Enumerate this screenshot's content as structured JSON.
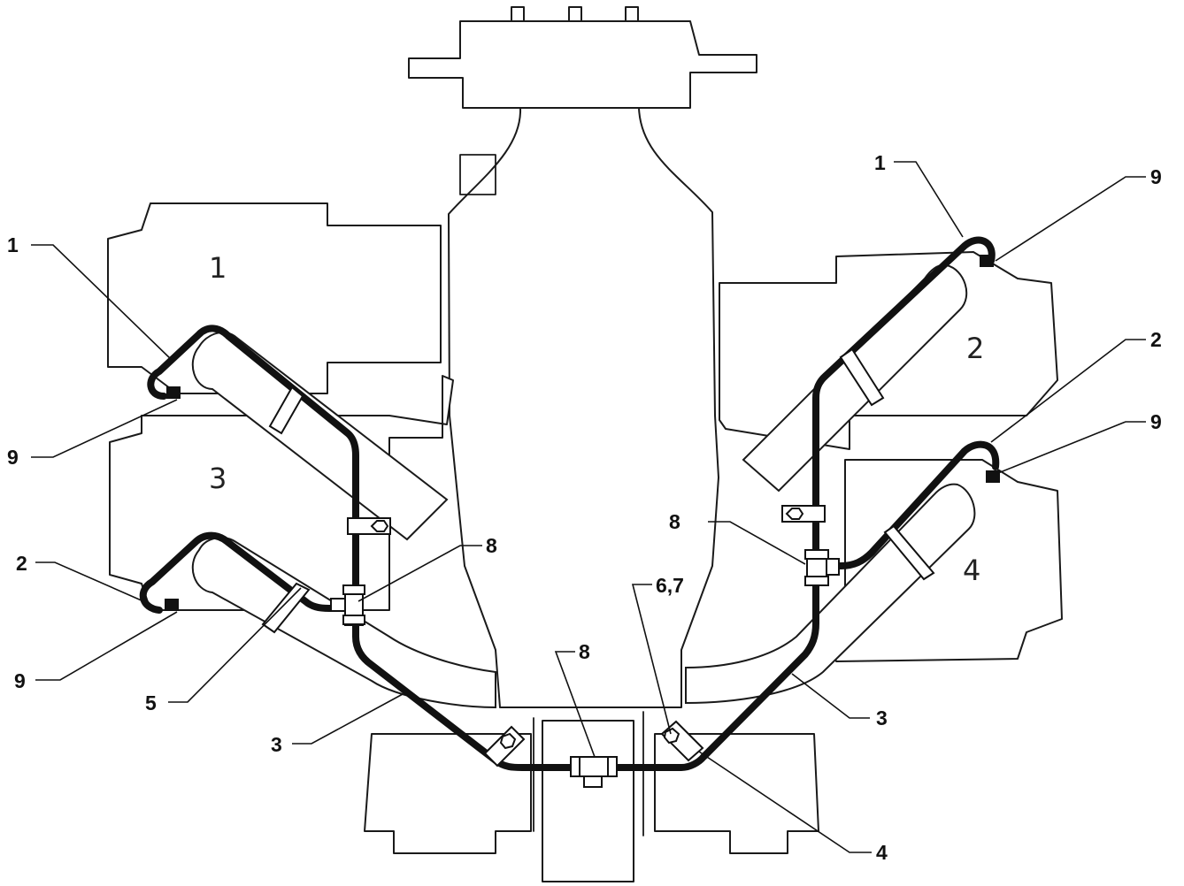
{
  "cylinder_labels": {
    "cyl_1": "1",
    "cyl_2": "2",
    "cyl_3": "3",
    "cyl_4": "4"
  },
  "callouts": {
    "c1_left": "1",
    "c9_left_top": "9",
    "c2_left": "2",
    "c9_left_bottom": "9",
    "c5": "5",
    "c3_left": "3",
    "c8_left": "8",
    "c8_center": "8",
    "c67": "6,7",
    "c8_right": "8",
    "c1_right": "1",
    "c9_right_top": "9",
    "c2_right": "2",
    "c9_right_bottom": "9",
    "c3_right": "3",
    "c4": "4"
  },
  "colors": {
    "line": "#111111",
    "background": "#ffffff"
  }
}
